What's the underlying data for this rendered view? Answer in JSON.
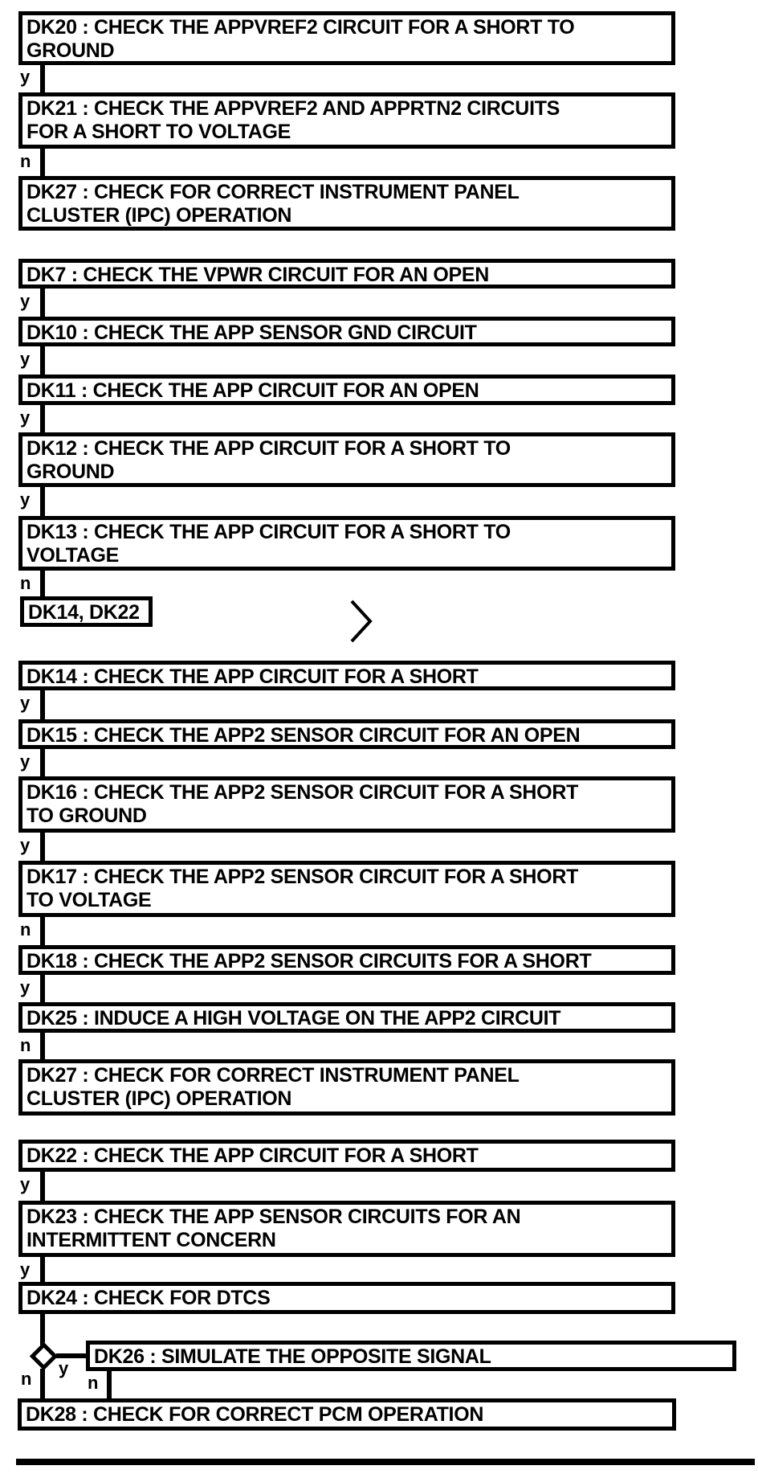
{
  "page": {
    "background_color": "#ffffff",
    "line_color": "#000000"
  },
  "flowchart": {
    "labels": {
      "yes": "y",
      "no": "n"
    },
    "icons": {
      "continuation": "chevron-right-icon"
    },
    "nodes": {
      "dk20": {
        "id": "DK20",
        "label": "DK20 : CHECK THE APPVREF2 CIRCUIT FOR A SHORT TO\nGROUND"
      },
      "dk21": {
        "id": "DK21",
        "label": "DK21 : CHECK THE APPVREF2 AND APPRTN2 CIRCUITS\nFOR A SHORT TO VOLTAGE"
      },
      "dk27a": {
        "id": "DK27",
        "label": "DK27 : CHECK FOR CORRECT INSTRUMENT PANEL\nCLUSTER (IPC) OPERATION"
      },
      "dk7": {
        "id": "DK7",
        "label": "DK7 : CHECK THE VPWR CIRCUIT FOR AN OPEN"
      },
      "dk10": {
        "id": "DK10",
        "label": "DK10 : CHECK THE APP SENSOR GND CIRCUIT"
      },
      "dk11": {
        "id": "DK11",
        "label": "DK11 : CHECK THE APP CIRCUIT FOR AN OPEN"
      },
      "dk12": {
        "id": "DK12",
        "label": "DK12 : CHECK THE APP CIRCUIT FOR A SHORT TO\nGROUND"
      },
      "dk13": {
        "id": "DK13",
        "label": "DK13 : CHECK THE APP CIRCUIT FOR A SHORT TO\nVOLTAGE"
      },
      "dk14_dk22_ref": {
        "id": "DK14, DK22",
        "label": "DK14, DK22"
      },
      "dk14": {
        "id": "DK14",
        "label": "DK14 : CHECK THE APP CIRCUIT FOR A SHORT"
      },
      "dk15": {
        "id": "DK15",
        "label": "DK15 : CHECK THE APP2 SENSOR CIRCUIT FOR AN OPEN"
      },
      "dk16": {
        "id": "DK16",
        "label": "DK16 : CHECK THE APP2 SENSOR CIRCUIT FOR A SHORT\nTO GROUND"
      },
      "dk17": {
        "id": "DK17",
        "label": "DK17 : CHECK THE APP2 SENSOR CIRCUIT FOR A SHORT\nTO VOLTAGE"
      },
      "dk18": {
        "id": "DK18",
        "label": "DK18 : CHECK THE APP2 SENSOR CIRCUITS FOR A SHORT"
      },
      "dk25": {
        "id": "DK25",
        "label": "DK25 : INDUCE A HIGH VOLTAGE ON THE APP2 CIRCUIT"
      },
      "dk27b": {
        "id": "DK27",
        "label": "DK27 : CHECK FOR CORRECT INSTRUMENT PANEL\nCLUSTER (IPC) OPERATION"
      },
      "dk22": {
        "id": "DK22",
        "label": "DK22 : CHECK THE APP CIRCUIT FOR A SHORT"
      },
      "dk23": {
        "id": "DK23",
        "label": "DK23 : CHECK THE APP SENSOR CIRCUITS FOR AN\nINTERMITTENT CONCERN"
      },
      "dk24": {
        "id": "DK24",
        "label": "DK24 : CHECK FOR DTCS"
      },
      "dk26": {
        "id": "DK26",
        "label": "DK26 : SIMULATE THE OPPOSITE SIGNAL"
      },
      "dk28": {
        "id": "DK28",
        "label": "DK28 : CHECK FOR CORRECT PCM OPERATION"
      }
    }
  }
}
